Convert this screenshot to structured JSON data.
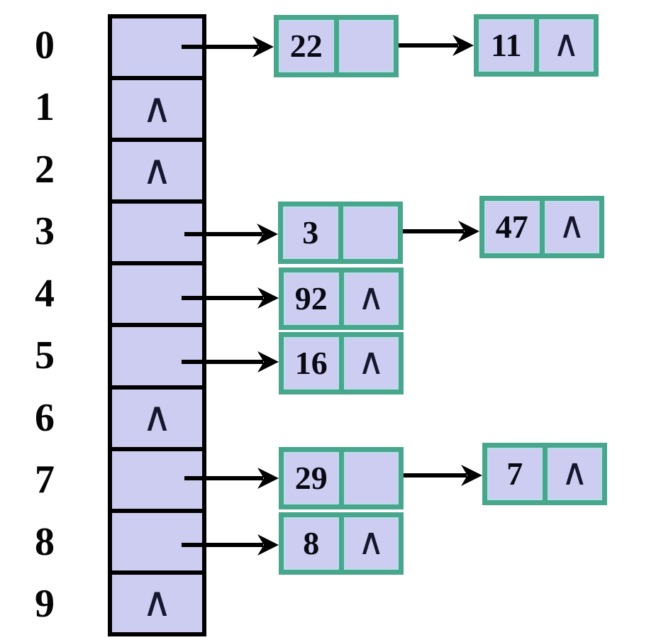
{
  "null_symbol": "∧",
  "colors": {
    "bucket_fill": "#cdcdf2",
    "bucket_border": "#000000",
    "node_border": "#48a68c",
    "node_cell_fill": "#cdcdf2",
    "node_cell_edge": "#b4dfe8",
    "arrow": "#000000",
    "null_symbol_color": "#16162e"
  },
  "buckets": [
    {
      "index": "0",
      "content": "chain"
    },
    {
      "index": "1",
      "content": "null"
    },
    {
      "index": "2",
      "content": "null"
    },
    {
      "index": "3",
      "content": "chain"
    },
    {
      "index": "4",
      "content": "chain"
    },
    {
      "index": "5",
      "content": "chain"
    },
    {
      "index": "6",
      "content": "null"
    },
    {
      "index": "7",
      "content": "chain"
    },
    {
      "index": "8",
      "content": "chain"
    },
    {
      "index": "9",
      "content": "null"
    }
  ],
  "chains": [
    {
      "bucket": "0",
      "nodes": [
        {
          "value": "22",
          "pointer": "arrow"
        },
        {
          "value": "11",
          "pointer": "null"
        }
      ]
    },
    {
      "bucket": "3",
      "nodes": [
        {
          "value": "3",
          "pointer": "arrow"
        },
        {
          "value": "47",
          "pointer": "null"
        }
      ]
    },
    {
      "bucket": "4",
      "nodes": [
        {
          "value": "92",
          "pointer": "null"
        }
      ]
    },
    {
      "bucket": "5",
      "nodes": [
        {
          "value": "16",
          "pointer": "null"
        }
      ]
    },
    {
      "bucket": "7",
      "nodes": [
        {
          "value": "29",
          "pointer": "arrow"
        },
        {
          "value": "7",
          "pointer": "null"
        }
      ]
    },
    {
      "bucket": "8",
      "nodes": [
        {
          "value": "8",
          "pointer": "null"
        }
      ]
    }
  ]
}
